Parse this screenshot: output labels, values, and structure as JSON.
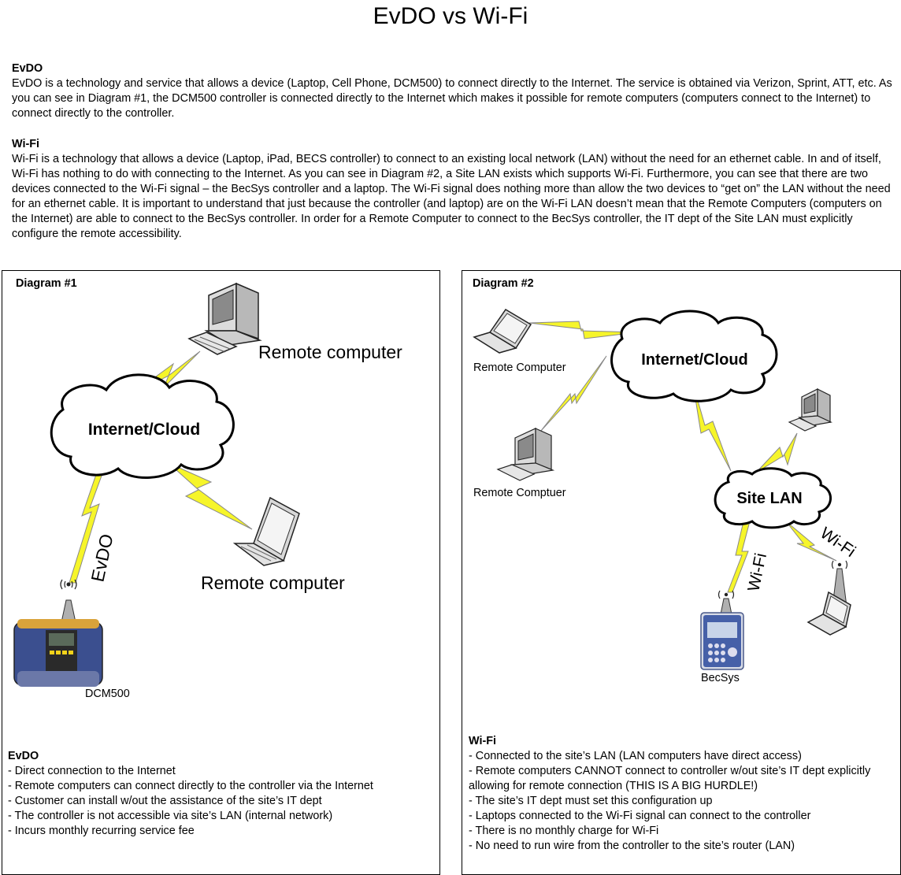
{
  "title": "EvDO vs Wi-Fi",
  "evdo_section": {
    "heading": "EvDO",
    "body": "EvDO is a technology and service that allows a device (Laptop, Cell Phone, DCM500) to connect directly to the Internet. The service is obtained via Verizon, Sprint, ATT, etc. As you can see in Diagram #1, the DCM500 controller is connected directly to the Internet which makes it possible for remote computers (computers connect to the Internet) to connect directly to the controller."
  },
  "wifi_section": {
    "heading": "Wi-Fi",
    "body": "Wi-Fi is a technology that allows a device (Laptop, iPad, BECS controller) to connect to an existing local network (LAN) without the need for an ethernet cable. In and of itself, Wi-Fi has nothing to do with connecting to the Internet. As you can see in Diagram #2, a Site LAN exists which supports Wi-Fi. Furthermore, you can see that there are two devices connected to the Wi-Fi signal – the BecSys controller and a laptop. The Wi-Fi signal does nothing more than allow the two devices to “get on” the LAN without the need for an ethernet cable. It is important to understand that just because the controller (and laptop) are on the Wi-Fi LAN doesn’t mean that the Remote Computers (computers on the Internet) are able to connect to the BecSys controller. In order for a Remote Computer to connect to the BecSys controller, the IT dept of the Site LAN must explicitly configure the remote accessibility."
  },
  "diagram1": {
    "label": "Diagram #1",
    "cloud": "Internet/Cloud",
    "remote_desktop": "Remote computer",
    "remote_laptop": "Remote computer",
    "link_label": "EvDO",
    "device": "DCM500",
    "notes_heading": "EvDO",
    "notes": [
      "Direct connection to the Internet",
      "Remote computers can connect directly to the controller via the Internet",
      "Customer can install w/out the assistance of the site’s IT dept",
      "The controller is not accessible via site’s LAN (internal network)",
      "Incurs monthly recurring service fee"
    ]
  },
  "diagram2": {
    "label": "Diagram #2",
    "cloud": "Internet/Cloud",
    "lan": "Site LAN",
    "remote_laptop": "Remote Computer",
    "remote_desktop": "Remote Comptuer",
    "wifi_label_1": "Wi-Fi",
    "wifi_label_2": "Wi-Fi",
    "device": "BecSys",
    "notes_heading": "Wi-Fi",
    "notes": [
      "Connected to the site’s LAN (LAN computers have direct access)",
      "Remote computers CANNOT connect to controller w/out site’s IT dept explicitly allowing for remote connection (THIS IS A BIG HURDLE!)",
      "The site’s IT dept must set this configuration up",
      "Laptops connected to the Wi-Fi signal can connect to the controller",
      "There is no monthly charge for Wi-Fi",
      "No need to run wire from the controller to the site’s router (LAN)"
    ]
  },
  "colors": {
    "bolt_fill": "#f6f52a",
    "bolt_stroke": "#7f7f7f",
    "device_blue": "#3b4f8f"
  }
}
